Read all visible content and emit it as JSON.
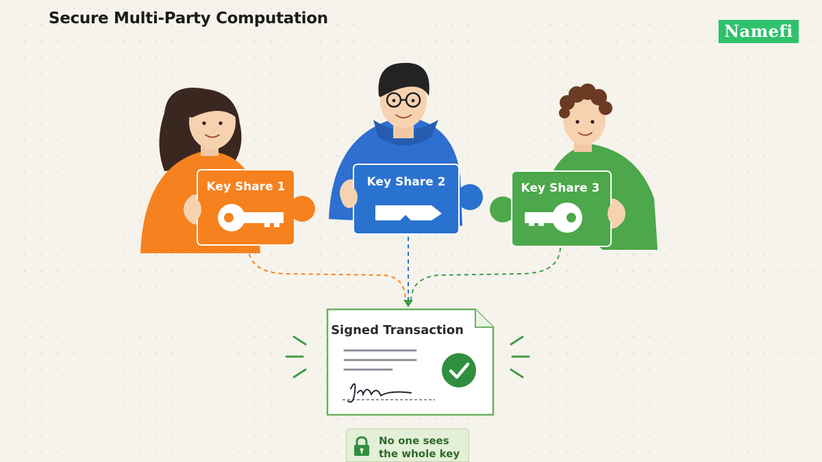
{
  "header": {
    "title": "Secure Multi-Party Computation",
    "brand": "Namefi"
  },
  "colors": {
    "orange": "#f5821f",
    "blue": "#2a72cf",
    "green": "#4ca84a",
    "brand_green": "#2fc26b",
    "document_border": "#6aae5e",
    "check": "#2f8f3e"
  },
  "shares": [
    {
      "label": "Key Share 1",
      "color": "#f5821f"
    },
    {
      "label": "Key Share 2",
      "color": "#2a72cf"
    },
    {
      "label": "Key Share 3",
      "color": "#4ca84a"
    }
  ],
  "document": {
    "title": "Signed Transaction"
  },
  "badge": {
    "text": "No one sees the whole key",
    "icon": "lock-icon"
  }
}
